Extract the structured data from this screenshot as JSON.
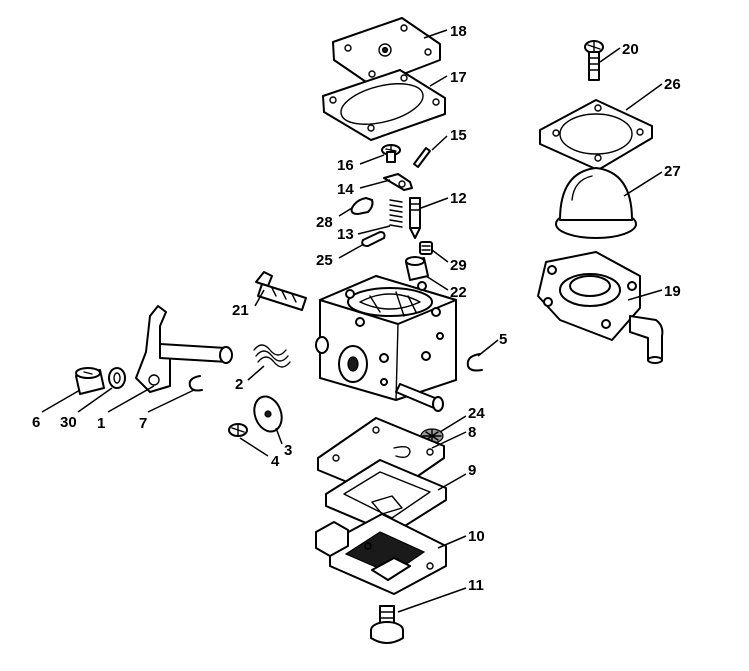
{
  "callouts": [
    {
      "id": "c18",
      "label": "18"
    },
    {
      "id": "c17",
      "label": "17"
    },
    {
      "id": "c15",
      "label": "15"
    },
    {
      "id": "c16",
      "label": "16"
    },
    {
      "id": "c14",
      "label": "14"
    },
    {
      "id": "c12",
      "label": "12"
    },
    {
      "id": "c28",
      "label": "28"
    },
    {
      "id": "c13",
      "label": "13"
    },
    {
      "id": "c25",
      "label": "25"
    },
    {
      "id": "c29",
      "label": "29"
    },
    {
      "id": "c22",
      "label": "22"
    },
    {
      "id": "c21",
      "label": "21"
    },
    {
      "id": "c20",
      "label": "20"
    },
    {
      "id": "c26",
      "label": "26"
    },
    {
      "id": "c27",
      "label": "27"
    },
    {
      "id": "c19",
      "label": "19"
    },
    {
      "id": "c5",
      "label": "5"
    },
    {
      "id": "c2",
      "label": "2"
    },
    {
      "id": "c6",
      "label": "6"
    },
    {
      "id": "c30",
      "label": "30"
    },
    {
      "id": "c1",
      "label": "1"
    },
    {
      "id": "c7",
      "label": "7"
    },
    {
      "id": "c3",
      "label": "3"
    },
    {
      "id": "c4",
      "label": "4"
    },
    {
      "id": "c24",
      "label": "24"
    },
    {
      "id": "c8",
      "label": "8"
    },
    {
      "id": "c9",
      "label": "9"
    },
    {
      "id": "c10",
      "label": "10"
    },
    {
      "id": "c11",
      "label": "11"
    }
  ]
}
